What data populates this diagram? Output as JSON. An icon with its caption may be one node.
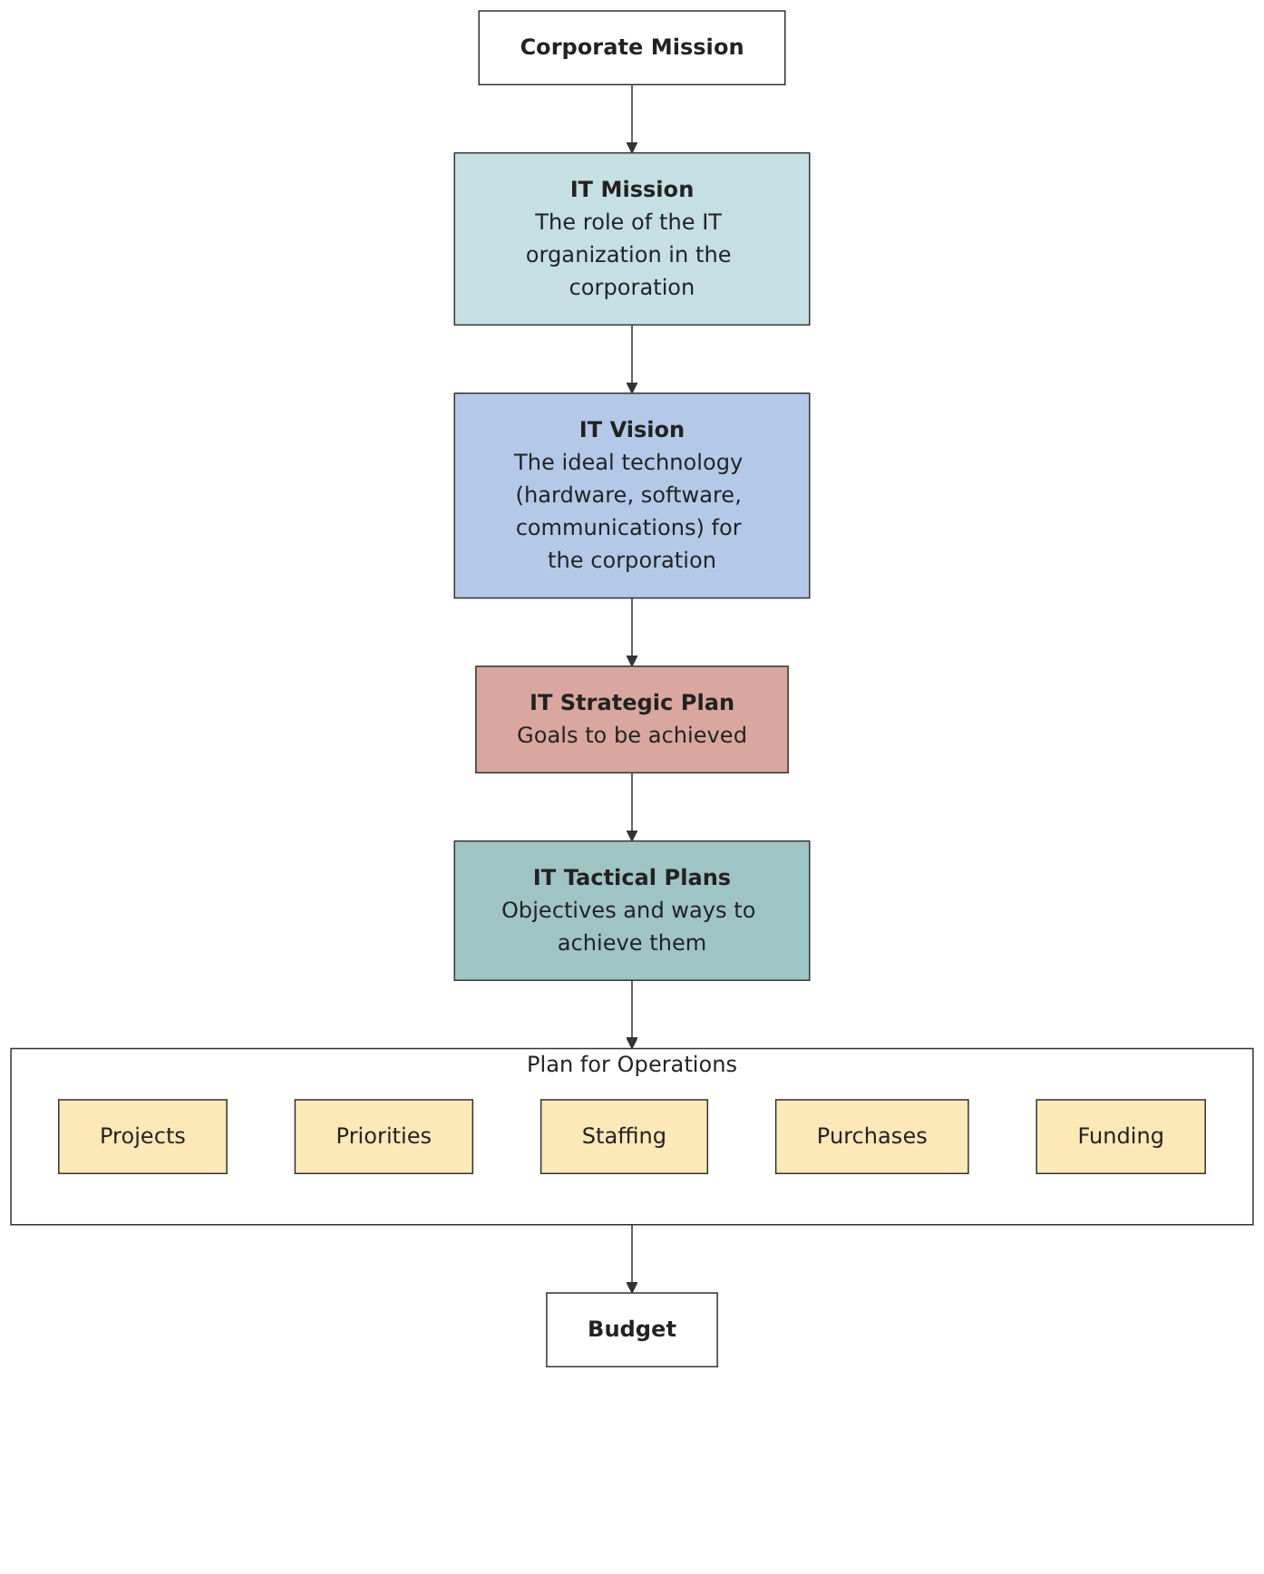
{
  "diagram": {
    "nodes": [
      {
        "text": [
          "Corporate Mission"
        ]
      },
      {
        "text": [
          "IT Mission",
          "The role of the IT organization in the corporation"
        ]
      },
      {
        "text": [
          "IT Vision",
          "The ideal technology (hardware, software, communications) for the corporation"
        ]
      },
      {
        "text": [
          "IT Strategic Plan",
          "Goals to be achieved"
        ]
      },
      {
        "text": [
          "IT Tactical Plans",
          "Objectives and ways to achieve them"
        ]
      },
      {
        "text": [
          "Plan for Operations"
        ]
      },
      {
        "text": [
          "Projects"
        ],
        "in": 5
      },
      {
        "text": [
          "Priorities"
        ],
        "in": 5
      },
      {
        "text": [
          "Staffing"
        ],
        "in": 5
      },
      {
        "text": [
          "Purchases"
        ],
        "in": 5
      },
      {
        "text": [
          "Funding"
        ],
        "in": 5
      },
      {
        "text": [
          "Budget"
        ]
      }
    ],
    "edges": [
      {
        "from": 0,
        "to": 1,
        "arrow": "to"
      },
      {
        "from": 1,
        "to": 2,
        "arrow": "to"
      },
      {
        "from": 2,
        "to": 3,
        "arrow": "to"
      },
      {
        "from": 3,
        "to": 4,
        "arrow": "to"
      },
      {
        "from": 4,
        "to": 5,
        "arrow": "to"
      },
      {
        "from": 5,
        "to": 11,
        "arrow": "to"
      }
    ]
  }
}
